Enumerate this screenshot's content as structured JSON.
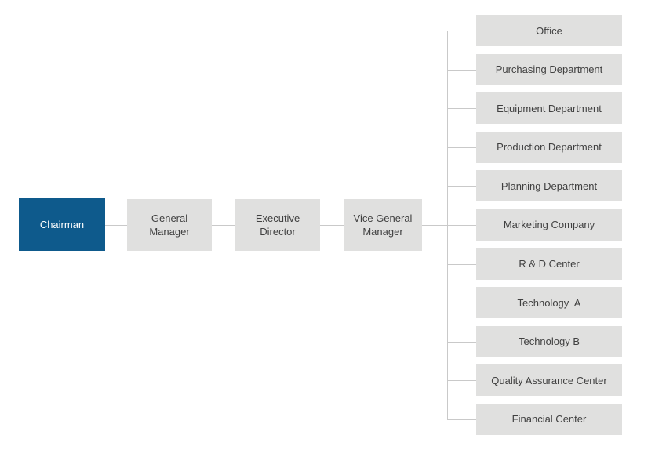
{
  "colors": {
    "primary_box": "#0e5a8c",
    "secondary_box": "#e0e0df",
    "connector": "#c9c9c9",
    "primary_text": "#ffffff",
    "secondary_text": "#404040"
  },
  "org_chart": {
    "main_chain": [
      {
        "label": "Chairman",
        "variant": "primary"
      },
      {
        "label": "General Manager",
        "variant": "secondary"
      },
      {
        "label": "Executive Director",
        "variant": "secondary"
      },
      {
        "label": "Vice General Manager",
        "variant": "secondary"
      }
    ],
    "departments": [
      {
        "label": "Office"
      },
      {
        "label": "Purchasing Department"
      },
      {
        "label": "Equipment Department"
      },
      {
        "label": "Production Department"
      },
      {
        "label": "Planning Department"
      },
      {
        "label": "Marketing Company"
      },
      {
        "label": "R & D Center"
      },
      {
        "label": "Technology  A"
      },
      {
        "label": "Technology B"
      },
      {
        "label": "Quality Assurance Center"
      },
      {
        "label": "Financial Center"
      }
    ]
  }
}
